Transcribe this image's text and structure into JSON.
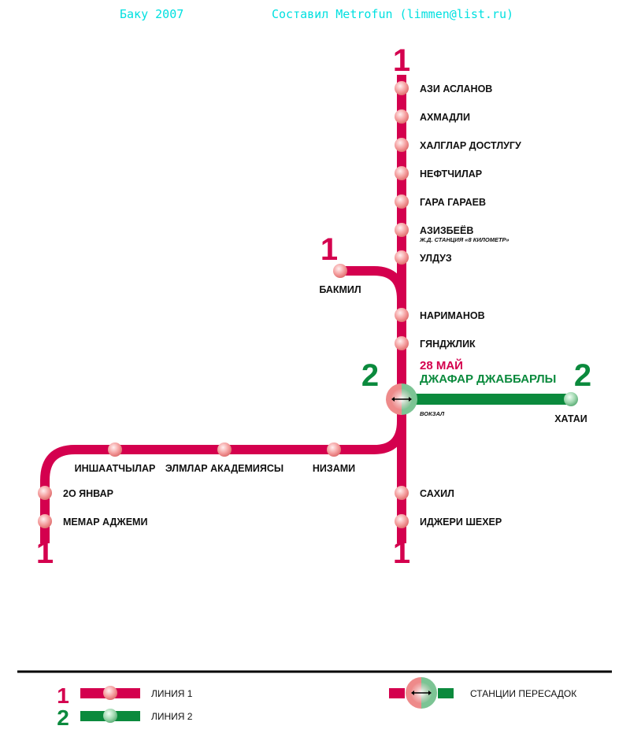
{
  "header": {
    "city_year": "Баку 2007",
    "author": "Составил Metrofun (limmen@list.ru)"
  },
  "colors": {
    "line1": "#d4004e",
    "line2": "#0b8a3d",
    "header": "#00e0e0"
  },
  "line_numbers": {
    "line1": "1",
    "line2": "2"
  },
  "stations": {
    "azi_aslanov": "АЗИ АСЛАНОВ",
    "ahmadli": "АХМАДЛИ",
    "halglar": "ХАЛГЛАР ДОСТЛУГУ",
    "neftchilar": "НЕФТЧИЛАР",
    "gara": "ГАРА ГАРАЕВ",
    "azizbekov": "АЗИЗБЕЁВ",
    "azizbekov_note": "Ж.Д. СТАНЦИЯ «8 КИЛОМЕТР»",
    "ulduz": "УЛДУЗ",
    "bakmil": "БАКМИЛ",
    "narimanov": "НАРИМАНОВ",
    "ganjlik": "ГЯНДЖЛИК",
    "may28": "28 МАЙ",
    "jafar": "ДЖАФАР ДЖАББАРЛЫ",
    "vokzal": "ВОКЗАЛ",
    "hatai": "ХАТАИ",
    "sahil": "САХИЛ",
    "icheri": "ИДЖЕРИ ШЕХЕР",
    "nizami": "НИЗАМИ",
    "elmlar": "ЭЛМЛАР АКАДЕМИЯСЫ",
    "inshaatchilar": "ИНШААТЧЫЛАР",
    "yanvar20": "2О ЯНВАР",
    "memar": "МЕМАР АДЖЕМИ"
  },
  "legend": {
    "line1": "ЛИНИЯ 1",
    "line2": "ЛИНИЯ 2",
    "transfer": "СТАНЦИИ ПЕРЕСАДОК"
  }
}
